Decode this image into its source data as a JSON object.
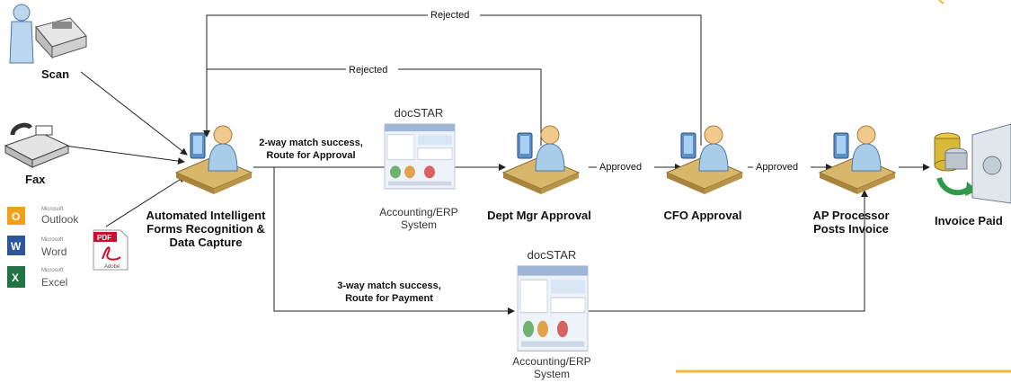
{
  "colors": {
    "accent_line": "#f5b63a",
    "line": "#222222",
    "person_head": "#f1c98c",
    "desk": "#d9b76a"
  },
  "sources": {
    "scan_label": "Scan",
    "fax_label": "Fax",
    "outlook_top": "Microsoft",
    "outlook_name": "Outlook",
    "word_top": "Microsoft",
    "word_name": "Word",
    "excel_top": "Microsoft",
    "excel_name": "Excel",
    "pdf_badge": "PDF",
    "adobe_label": "Adobe"
  },
  "nodes": {
    "capture": [
      "Automated Intelligent",
      "Forms Recognition &",
      "Data Capture"
    ],
    "dept_mgr": "Dept Mgr Approval",
    "cfo": "CFO Approval",
    "ap_processor": [
      "AP Processor",
      "Posts Invoice"
    ],
    "invoice_paid": "Invoice Paid"
  },
  "systems": {
    "top": {
      "title": "docSTAR",
      "caption": [
        "Accounting/ERP",
        "System"
      ]
    },
    "bottom": {
      "title": "docSTAR",
      "caption": [
        "Accounting/ERP",
        "System"
      ]
    }
  },
  "edges": {
    "rejected_outer": "Rejected",
    "rejected_inner": "Rejected",
    "two_way": [
      "2-way match success,",
      "Route for Approval"
    ],
    "three_way": [
      "3-way match success,",
      "Route for Payment"
    ],
    "approved_1": "Approved",
    "approved_2": "Approved"
  }
}
